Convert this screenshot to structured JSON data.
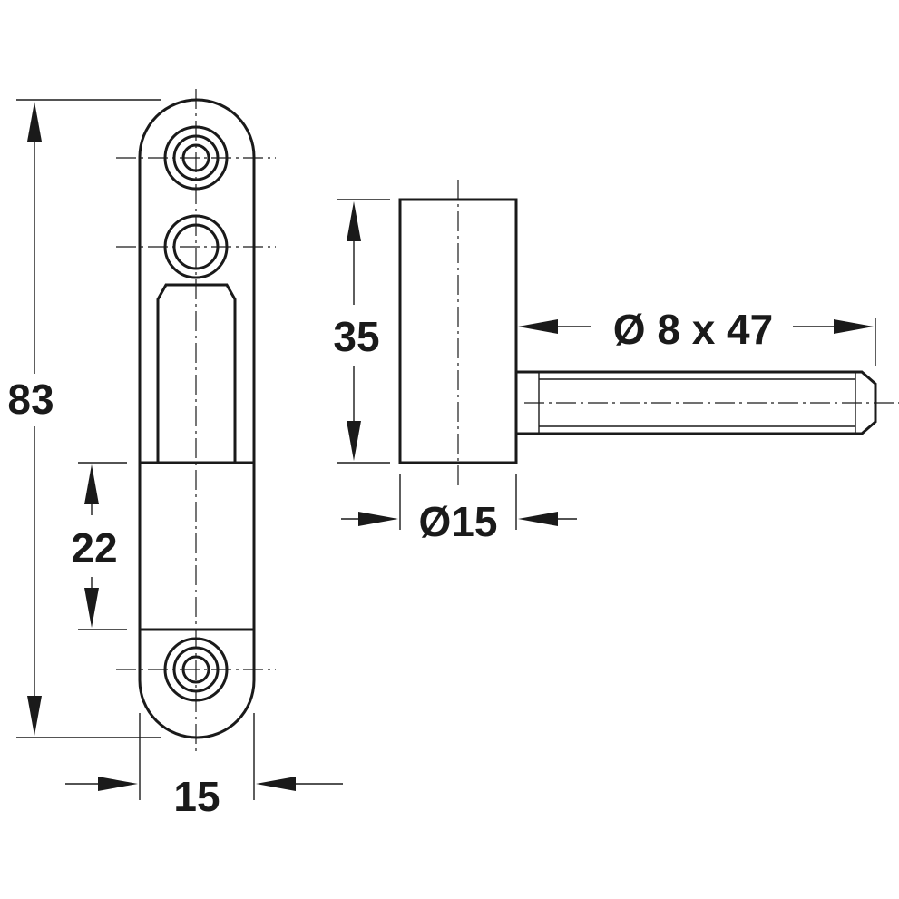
{
  "drawing": {
    "dimensions": {
      "plate_height": "83",
      "plate_width": "15",
      "sleeve_height": "22",
      "barrel_height": "35",
      "barrel_diameter": "Ø15",
      "pin": "Ø 8 x 47"
    },
    "colors": {
      "line": "#1a1a1a",
      "background": "#ffffff"
    }
  }
}
